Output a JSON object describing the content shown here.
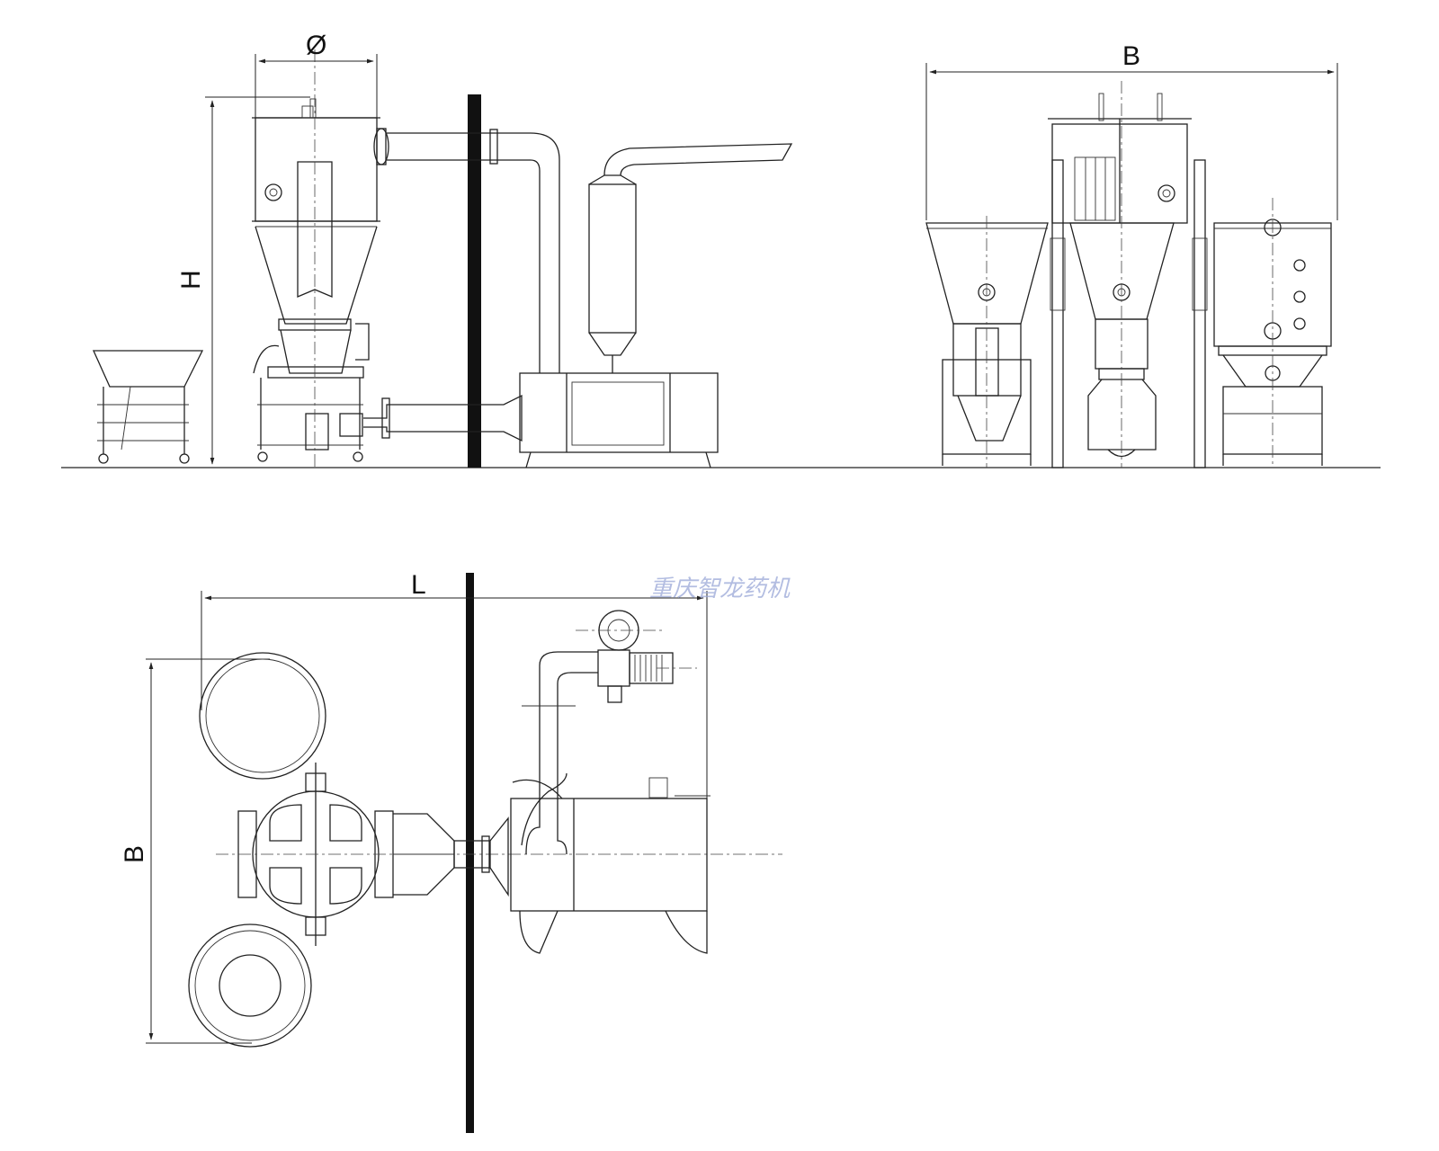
{
  "labels": {
    "diameter": "Ø",
    "height": "H",
    "width_side_view": "B",
    "length": "L",
    "width_plan_view": "B"
  },
  "watermark": "重庆智龙药机",
  "colors": {
    "line": "#222222",
    "wall": "#111111",
    "watermark": "#9aa8d8",
    "background": "#ffffff"
  }
}
